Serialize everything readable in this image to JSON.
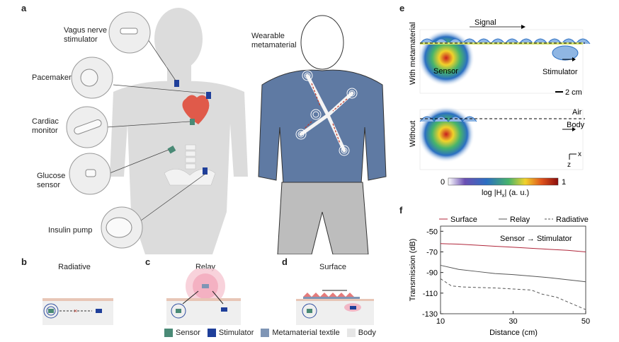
{
  "panels": {
    "a": "a",
    "b": "b",
    "c": "c",
    "d": "d",
    "e": "e",
    "f": "f"
  },
  "panel_a": {
    "devices": [
      "Vagus nerve\nstimulator",
      "Pacemaker",
      "Cardiac\nmonitor",
      "Glucose\nsensor",
      "Insulin pump"
    ],
    "wearable_label": "Wearable\nmetamaterial"
  },
  "panel_b": {
    "title": "Radiative"
  },
  "panel_c": {
    "title": "Relay"
  },
  "panel_d": {
    "title": "Surface"
  },
  "legend": {
    "items": [
      {
        "label": "Sensor",
        "color": "#4a8a76"
      },
      {
        "label": "Stimulator",
        "color": "#1f3f9a"
      },
      {
        "label": "Metamaterial textile",
        "color": "#7f95b5"
      },
      {
        "label": "Body",
        "color": "#e6e6e6"
      }
    ]
  },
  "panel_e": {
    "row1_label": "With metamaterial",
    "row2_label": "Without",
    "signal": "Signal",
    "sensor": "Sensor",
    "stimulator": "Stimulator",
    "scale": "2 cm",
    "air": "Air",
    "body": "Body",
    "axis_x": "x",
    "axis_z": "z",
    "colorbar_min": "0",
    "colorbar_max": "1",
    "colorbar_label": "log |H",
    "colorbar_sub": "x",
    "colorbar_label2": "| (a. u.)"
  },
  "chart_data": {
    "type": "line",
    "title": "",
    "annotation": "Sensor → Stimulator",
    "xlabel": "Distance (cm)",
    "ylabel": "Transmission (dB)",
    "xlim": [
      10,
      50
    ],
    "ylim": [
      -130,
      -45
    ],
    "x_ticks": [
      "10",
      "30",
      "50"
    ],
    "y_ticks": [
      "-50",
      "-70",
      "-90",
      "-110",
      "-130"
    ],
    "legend_position": "top",
    "series": [
      {
        "name": "Surface",
        "color": "#b0263a",
        "style": "solid",
        "x": [
          10,
          15,
          20,
          25,
          30,
          35,
          40,
          45,
          50
        ],
        "y": [
          -62,
          -62.5,
          -63.5,
          -64.5,
          -65.5,
          -66.5,
          -67.5,
          -68.5,
          -70
        ]
      },
      {
        "name": "Relay",
        "color": "#555555",
        "style": "solid",
        "x": [
          10,
          15,
          20,
          25,
          30,
          35,
          40,
          45,
          50
        ],
        "y": [
          -83,
          -87,
          -89,
          -91,
          -92,
          -93.5,
          -95,
          -97,
          -99
        ]
      },
      {
        "name": "Radiative",
        "color": "#555555",
        "style": "dashed",
        "x": [
          10,
          13,
          16,
          20,
          25,
          30,
          35,
          38,
          42,
          46,
          50
        ],
        "y": [
          -96,
          -103,
          -104,
          -104.5,
          -105,
          -106,
          -107,
          -111,
          -114,
          -120,
          -126
        ]
      }
    ]
  }
}
